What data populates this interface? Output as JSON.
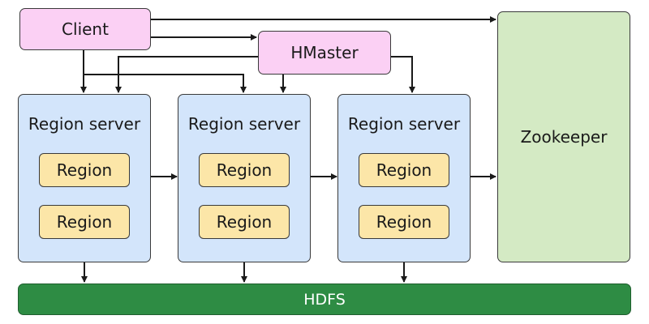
{
  "nodes": {
    "client": "Client",
    "hmaster": "HMaster",
    "zookeeper": "Zookeeper",
    "hdfs": "HDFS"
  },
  "region_servers": [
    {
      "title": "Region server",
      "regions": [
        "Region",
        "Region"
      ]
    },
    {
      "title": "Region server",
      "regions": [
        "Region",
        "Region"
      ]
    },
    {
      "title": "Region server",
      "regions": [
        "Region",
        "Region"
      ]
    }
  ],
  "colors": {
    "client_fill": "#fbd0f4",
    "region_server_fill": "#d3e5fb",
    "region_fill": "#fce6a8",
    "zookeeper_fill": "#d4eac4",
    "hdfs_fill": "#2e8c44",
    "line": "#1a1a1a"
  }
}
